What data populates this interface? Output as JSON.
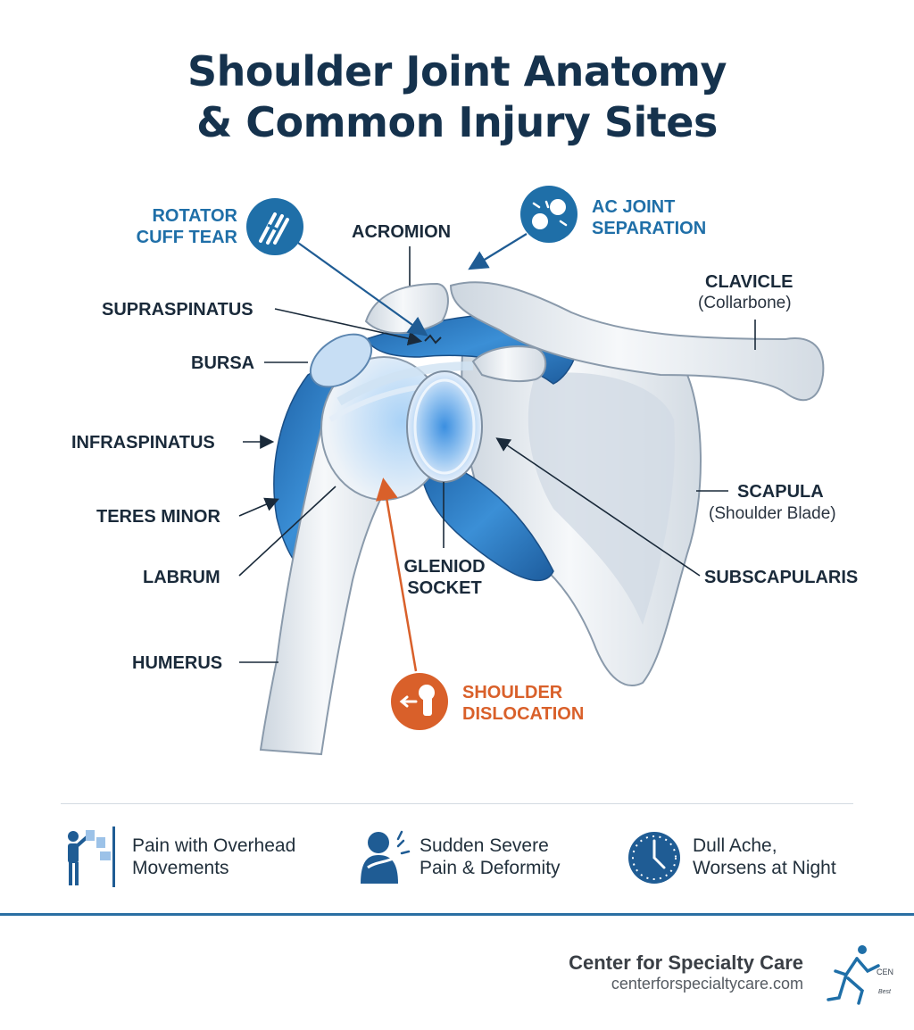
{
  "title": {
    "line1": "Shoulder Joint Anatomy",
    "line2": "& Common Injury Sites"
  },
  "labels": {
    "rotator_cuff_tear": [
      "ROTATOR",
      "CUFF TEAR"
    ],
    "acromion": "ACROMION",
    "ac_joint_separation": [
      "AC JOINT",
      "SEPARATION"
    ],
    "clavicle": "CLAVICLE",
    "clavicle_sub": "(Collarbone)",
    "supraspinatus": "SUPRASPINATUS",
    "bursa": "BURSA",
    "infraspinatus": "INFRASPINATUS",
    "teres_minor": "TERES MINOR",
    "labrum": "LABRUM",
    "humerus": "HUMERUS",
    "gleniod_socket": [
      "GLENIOD",
      "SOCKET"
    ],
    "scapula": "SCAPULA",
    "scapula_sub": "(Shoulder Blade)",
    "subscapularis": "SUBSCAPULARIS",
    "shoulder_dislocation": [
      "SHOULDER",
      "DISLOCATION"
    ]
  },
  "symptoms": [
    {
      "icon": "overhead-reach-icon",
      "line1": "Pain with Overhead",
      "line2": "Movements"
    },
    {
      "icon": "shoulder-pain-icon",
      "line1": "Sudden Severe",
      "line2": "Pain & Deformity"
    },
    {
      "icon": "clock-icon",
      "line1": "Dull Ache,",
      "line2": "Worsens at Night"
    }
  ],
  "brand": {
    "name": "Center for Specialty Care",
    "url": "centerforspecialtycare.com",
    "logo_text_fragment": "CEN",
    "logo_tagline_fragment": "Best"
  },
  "colors": {
    "title": "#15324d",
    "muscle_blue": "#2f7ec4",
    "accent_blue": "#1f6fa8",
    "accent_orange": "#d9602a",
    "bone": "#e8edf2"
  }
}
